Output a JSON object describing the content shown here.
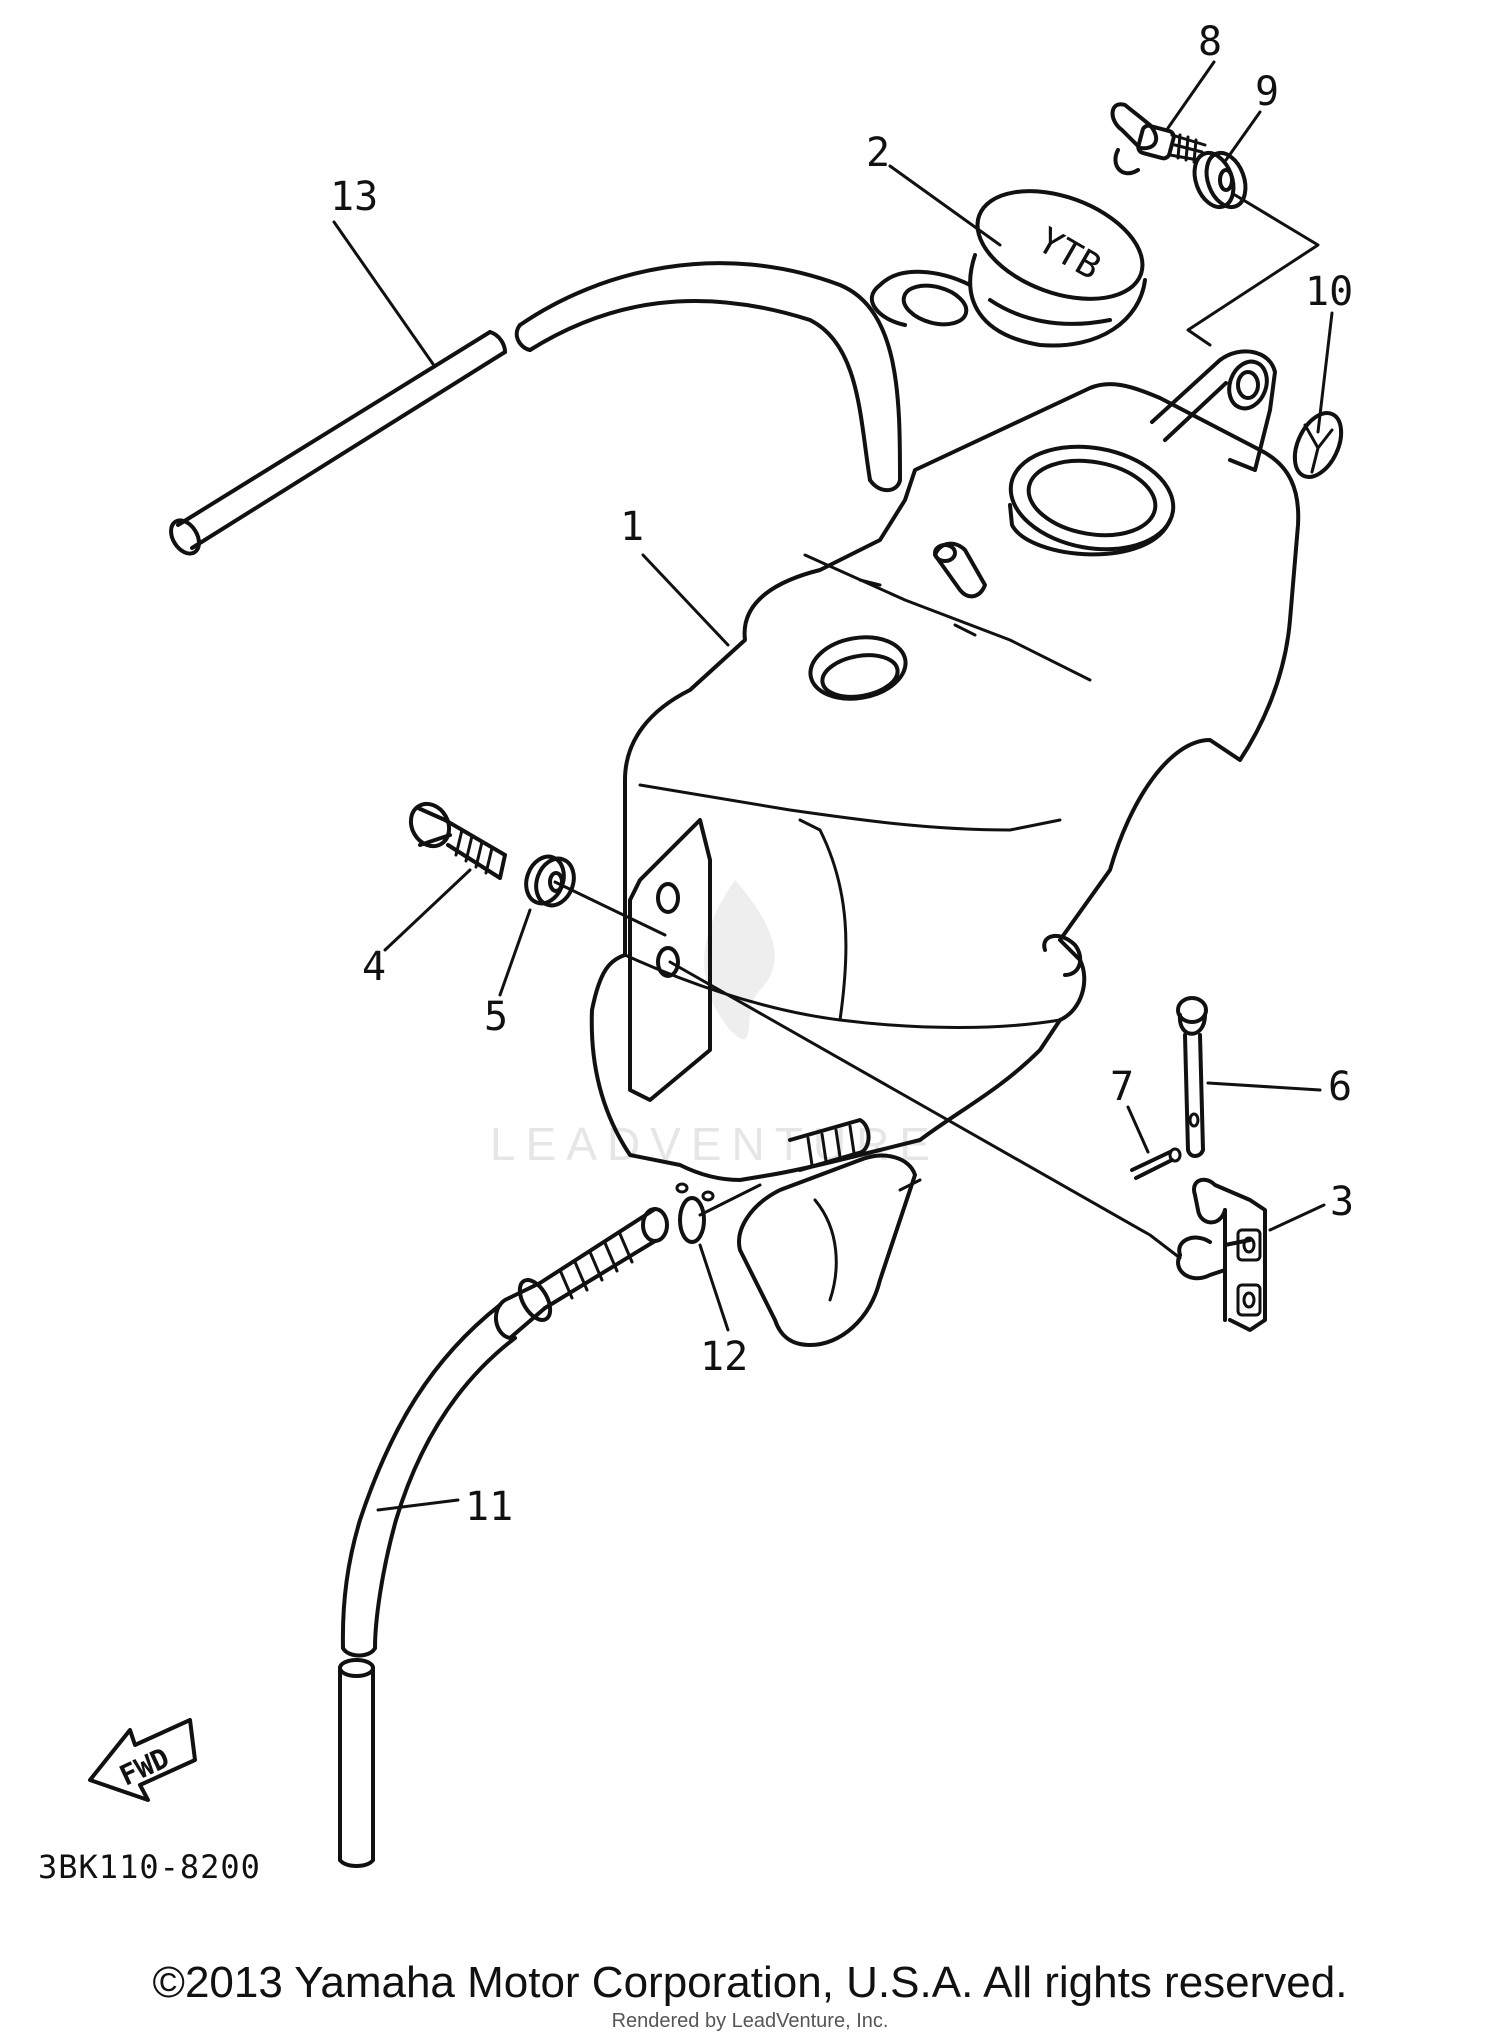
{
  "callouts": [
    "1",
    "2",
    "3",
    "4",
    "5",
    "6",
    "7",
    "8",
    "9",
    "10",
    "11",
    "12",
    "13"
  ],
  "cap_marking": "YTB",
  "fwd_label": "FWD",
  "part_code": "3BK110-8200",
  "copyright": "©2013 Yamaha Motor Corporation, U.S.A. All rights reserved.",
  "rendered_by": "Rendered by LeadVenture, Inc.",
  "watermark": "LEADVENTURE"
}
